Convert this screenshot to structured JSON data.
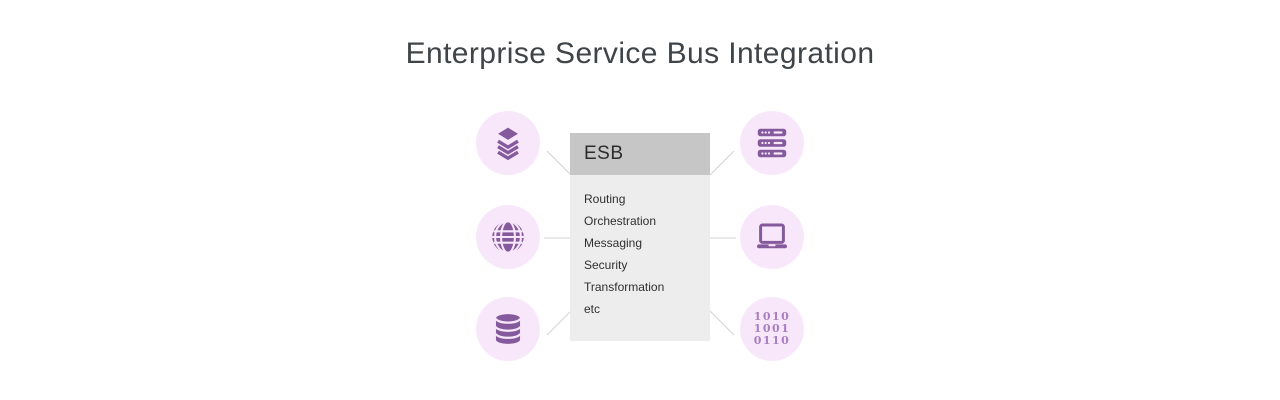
{
  "title": "Enterprise Service Bus Integration",
  "esb": {
    "label": "ESB",
    "capabilities": [
      "Routing",
      "Orchestration",
      "Messaging",
      "Security",
      "Transformation",
      "etc"
    ]
  },
  "nodes": {
    "left": [
      {
        "icon": "layers-icon"
      },
      {
        "icon": "globe-icon"
      },
      {
        "icon": "database-icon"
      }
    ],
    "right": [
      {
        "icon": "server-icon"
      },
      {
        "icon": "laptop-icon"
      },
      {
        "icon": "binary-icon",
        "rows": [
          "1010",
          "1001",
          "0110"
        ]
      }
    ]
  },
  "colors": {
    "icon_purple": "#855a9d",
    "binary_purple": "#a87fc0",
    "circle_bg": "#f8e7fb",
    "esb_header_bg": "#c6c6c6",
    "esb_body_bg": "#ededed",
    "connector_line": "#d4d4d4",
    "title_text": "#3f4448"
  }
}
